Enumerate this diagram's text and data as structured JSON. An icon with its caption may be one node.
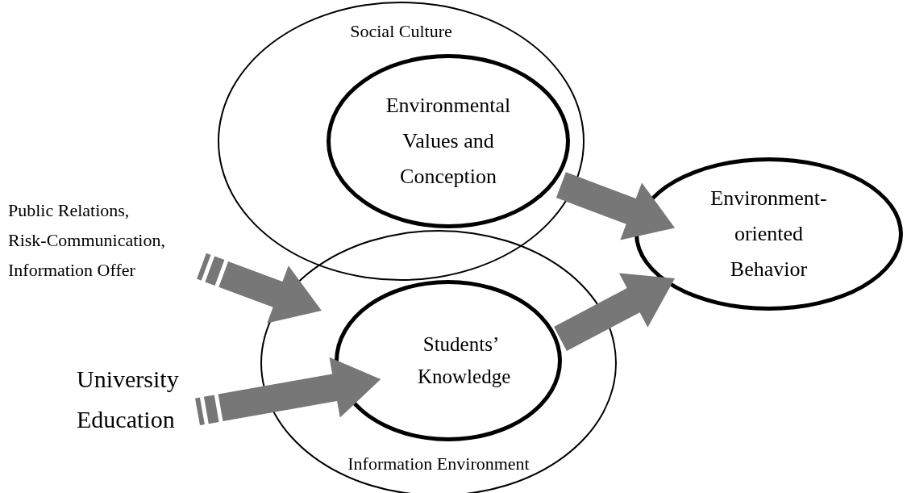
{
  "diagram": {
    "nodes": [
      {
        "text": [
          "Social Culture"
        ]
      },
      {
        "text": [
          "Environmental Values and Conception"
        ],
        "in": 0
      },
      {
        "text": [
          "Information Environment"
        ]
      },
      {
        "text": [
          "Students’ Knowledge"
        ],
        "in": 2
      },
      {
        "text": [
          "Environment-oriented Behavior"
        ]
      },
      {
        "text": [
          "Public Relations, Risk-Communication, Information Offer"
        ]
      },
      {
        "text": [
          "University Education"
        ]
      }
    ],
    "edges": [
      {
        "from": 1,
        "to": 4,
        "arrow": "to",
        "style": "thick"
      },
      {
        "from": 3,
        "to": 4,
        "arrow": "to",
        "style": "thick"
      },
      {
        "from": 5,
        "to": 3,
        "arrow": "to",
        "style": "thick"
      },
      {
        "from": 6,
        "to": 3,
        "arrow": "to",
        "style": "thick"
      }
    ]
  }
}
